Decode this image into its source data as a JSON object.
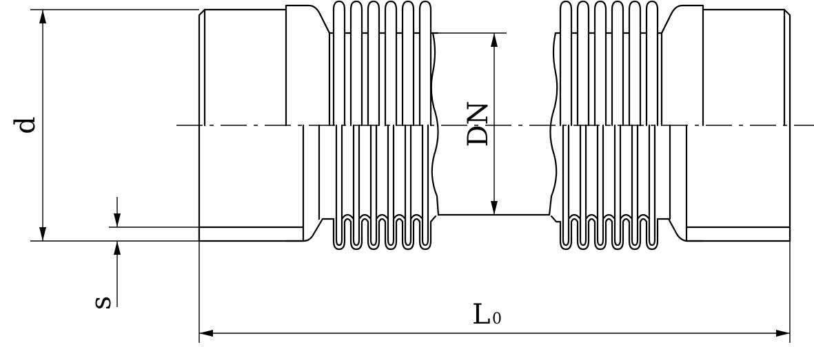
{
  "labels": {
    "d": "d",
    "dn": "DN",
    "s": "s",
    "l": "L",
    "l_sub": "0"
  },
  "colors": {
    "line": "#000000",
    "background": "#ffffff"
  }
}
